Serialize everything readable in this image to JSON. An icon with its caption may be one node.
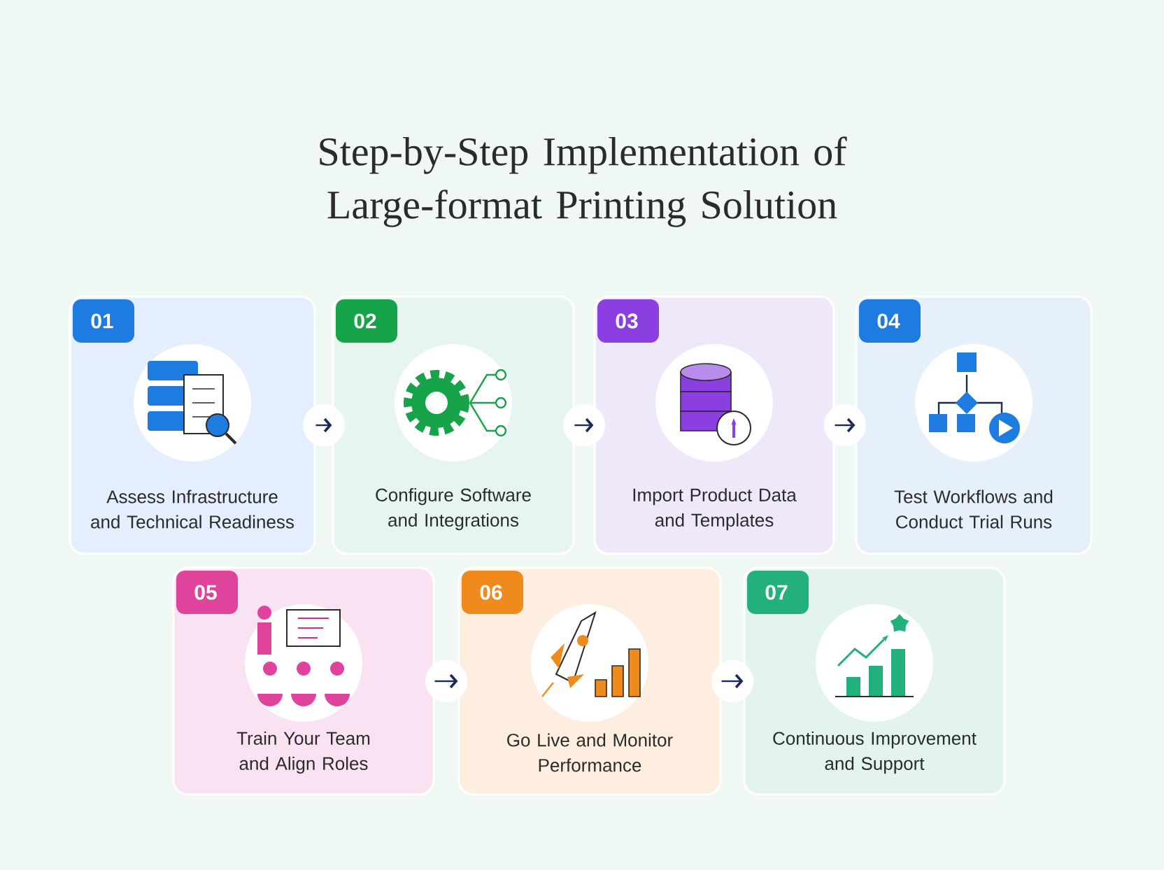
{
  "diagram": {
    "title": "Step-by-Step Implementation of Large-format Printing Solution",
    "nodes": [
      {
        "text": [
          "01",
          "Assess Infrastructure and Technical Readiness"
        ]
      },
      {
        "text": [
          "02",
          "Configure Software and Integrations"
        ]
      },
      {
        "text": [
          "03",
          "Import Product Data and Templates"
        ]
      },
      {
        "text": [
          "04",
          "Test Workflows and Conduct Trial Runs"
        ]
      },
      {
        "text": [
          "05",
          "Train Your Team and Align Roles"
        ]
      },
      {
        "text": [
          "06",
          "Go Live and Monitor Performance"
        ]
      },
      {
        "text": [
          "07",
          "Continuous Improvement and Support"
        ]
      }
    ],
    "edges": [
      {
        "from": 0,
        "to": 1,
        "arrow": "to"
      },
      {
        "from": 1,
        "to": 2,
        "arrow": "to"
      },
      {
        "from": 2,
        "to": 3,
        "arrow": "to"
      },
      {
        "from": 4,
        "to": 5,
        "arrow": "to"
      },
      {
        "from": 5,
        "to": 6,
        "arrow": "to"
      }
    ]
  }
}
